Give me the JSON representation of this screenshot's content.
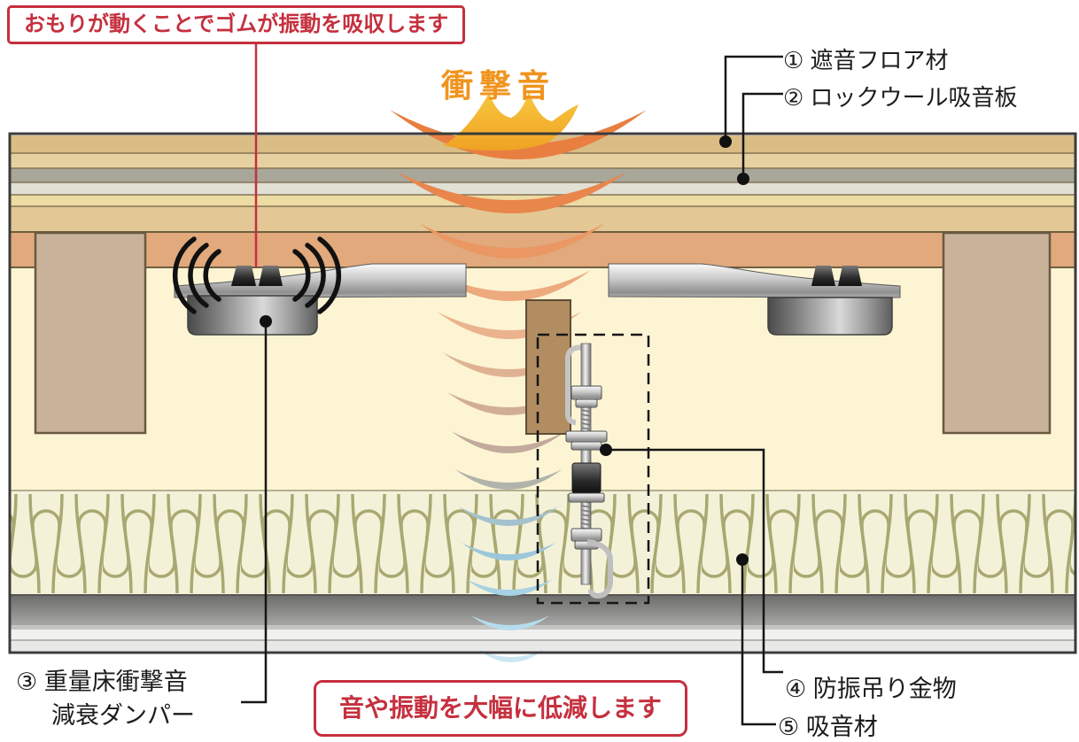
{
  "notes": {
    "top": "おもりが動くことでゴムが振動を吸収します",
    "bottom": "音や振動を大幅に低減します"
  },
  "labels": {
    "impact": "衝撃音"
  },
  "parts": {
    "p1": "① 遮音フロア材",
    "p2": "② ロックウール吸音板",
    "p3_line1": "③ 重量床衝撃音",
    "p3_line2": "減衰ダンパー",
    "p4": "④ 防振吊り金物",
    "p5": "⑤ 吸音材"
  },
  "colors": {
    "accent_red": "#c5303e",
    "impact_orange": "#f0941e",
    "label_black": "#1c1c1c",
    "gold_burst": "#f2ab2b",
    "wave_palette": [
      "#e87f41",
      "#e8864c",
      "#ea9763",
      "#ecaa7d",
      "#eab38e",
      "#e0b294",
      "#d2ad96",
      "#c2aa9c",
      "#b2b3ac",
      "#a4c2ce",
      "#9cc7da",
      "#a6d2e4",
      "#b6dded",
      "#cbe7f3"
    ],
    "floor_layers": [
      "#dabd85",
      "#e8d1a1",
      "#a8a79a",
      "#e1e0d5",
      "#ecdba3",
      "#e3c795",
      "#e1a97c"
    ],
    "cavity": "#fdf4d3",
    "insulation_bg": "#f4f1d9",
    "insulation_loop": "#a9a871",
    "joist": "#c8b29a",
    "hanger_wood": "#b18d61"
  }
}
